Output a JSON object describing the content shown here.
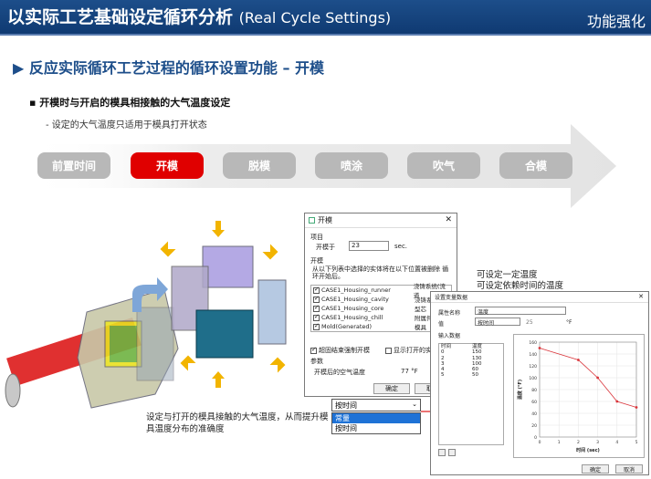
{
  "header": {
    "title_cn": "以实际工艺基础设定循环分析",
    "title_en": "(Real Cycle Settings)",
    "tag": "功能强化"
  },
  "subtitle": "▶ 反应实际循环工艺过程的循环设置功能 – 开模",
  "bullet": "▪ 开模时与开启的模具相接触的大气温度设定",
  "note": "- 设定的大气温度只适用于模具打开状态",
  "steps": [
    "前置时间",
    "开模",
    "脱模",
    "喷涂",
    "吹气",
    "合模"
  ],
  "dialog1": {
    "title": "开模",
    "section_item": "项目",
    "open_at_label": "开模于",
    "open_at_value": "23",
    "open_at_unit": "sec.",
    "section_open": "开模",
    "instruction": "从以下列表中选择的实体将在以下位置被删除 循环开始后。",
    "entities": [
      {
        "name": "CASE1_Housing_runner",
        "type": "浇铸系统(流道"
      },
      {
        "name": "CASE1_Housing_cavity",
        "type": "浇铸系统"
      },
      {
        "name": "CASE1_Housing_core",
        "type": "型芯"
      },
      {
        "name": "CASE1_Housing_chill",
        "type": "附属件"
      },
      {
        "name": "Mold(Generated)",
        "type": "模具"
      }
    ],
    "option1": "超固结束强制开模",
    "option2": "显示打开的实",
    "section_param": "参数",
    "param_label": "开模后的空气温度",
    "param_value": "77 °F",
    "ok": "确定",
    "cancel": "取消"
  },
  "dropdown": {
    "value": "按时间",
    "options": [
      "常量",
      "按时间"
    ]
  },
  "caption_a": "设定与打开的模具接触的大气温度，从而提升模具温度分布的准确度",
  "caption_b1": "可设定一定温度",
  "caption_b2": "可设定依赖时间的温度",
  "dialog2": {
    "title": "设置变量数据",
    "prop_label": "属性名称",
    "prop_value": "温度",
    "val_label": "值",
    "val_select": "按时间",
    "val_value": "25",
    "val_unit": "°F",
    "input_label": "输入数据",
    "col_time": "时间",
    "col_temp": "温度",
    "ok": "确定",
    "cancel": "取消"
  },
  "chart_data": {
    "type": "line",
    "x": [
      0,
      1,
      2,
      3,
      4,
      5
    ],
    "values": [
      150,
      130,
      100,
      60,
      50
    ],
    "points": [
      [
        0,
        150
      ],
      [
        2,
        130
      ],
      [
        3,
        100
      ],
      [
        4,
        60
      ],
      [
        5,
        50
      ]
    ],
    "xlabel": "时间 (sec)",
    "ylabel": "温度 (°F)",
    "xlim": [
      0,
      5
    ],
    "ylim": [
      0,
      160
    ],
    "xticks": [
      "0",
      "1",
      "2",
      "3",
      "4",
      "5"
    ],
    "yticks": [
      "0",
      "20",
      "40",
      "60",
      "80",
      "100",
      "120",
      "140",
      "160"
    ],
    "color": "#d9343a"
  },
  "table_rows": [
    [
      "0",
      "150"
    ],
    [
      "2",
      "130"
    ],
    [
      "3",
      "100"
    ],
    [
      "4",
      "60"
    ],
    [
      "5",
      "50"
    ]
  ]
}
